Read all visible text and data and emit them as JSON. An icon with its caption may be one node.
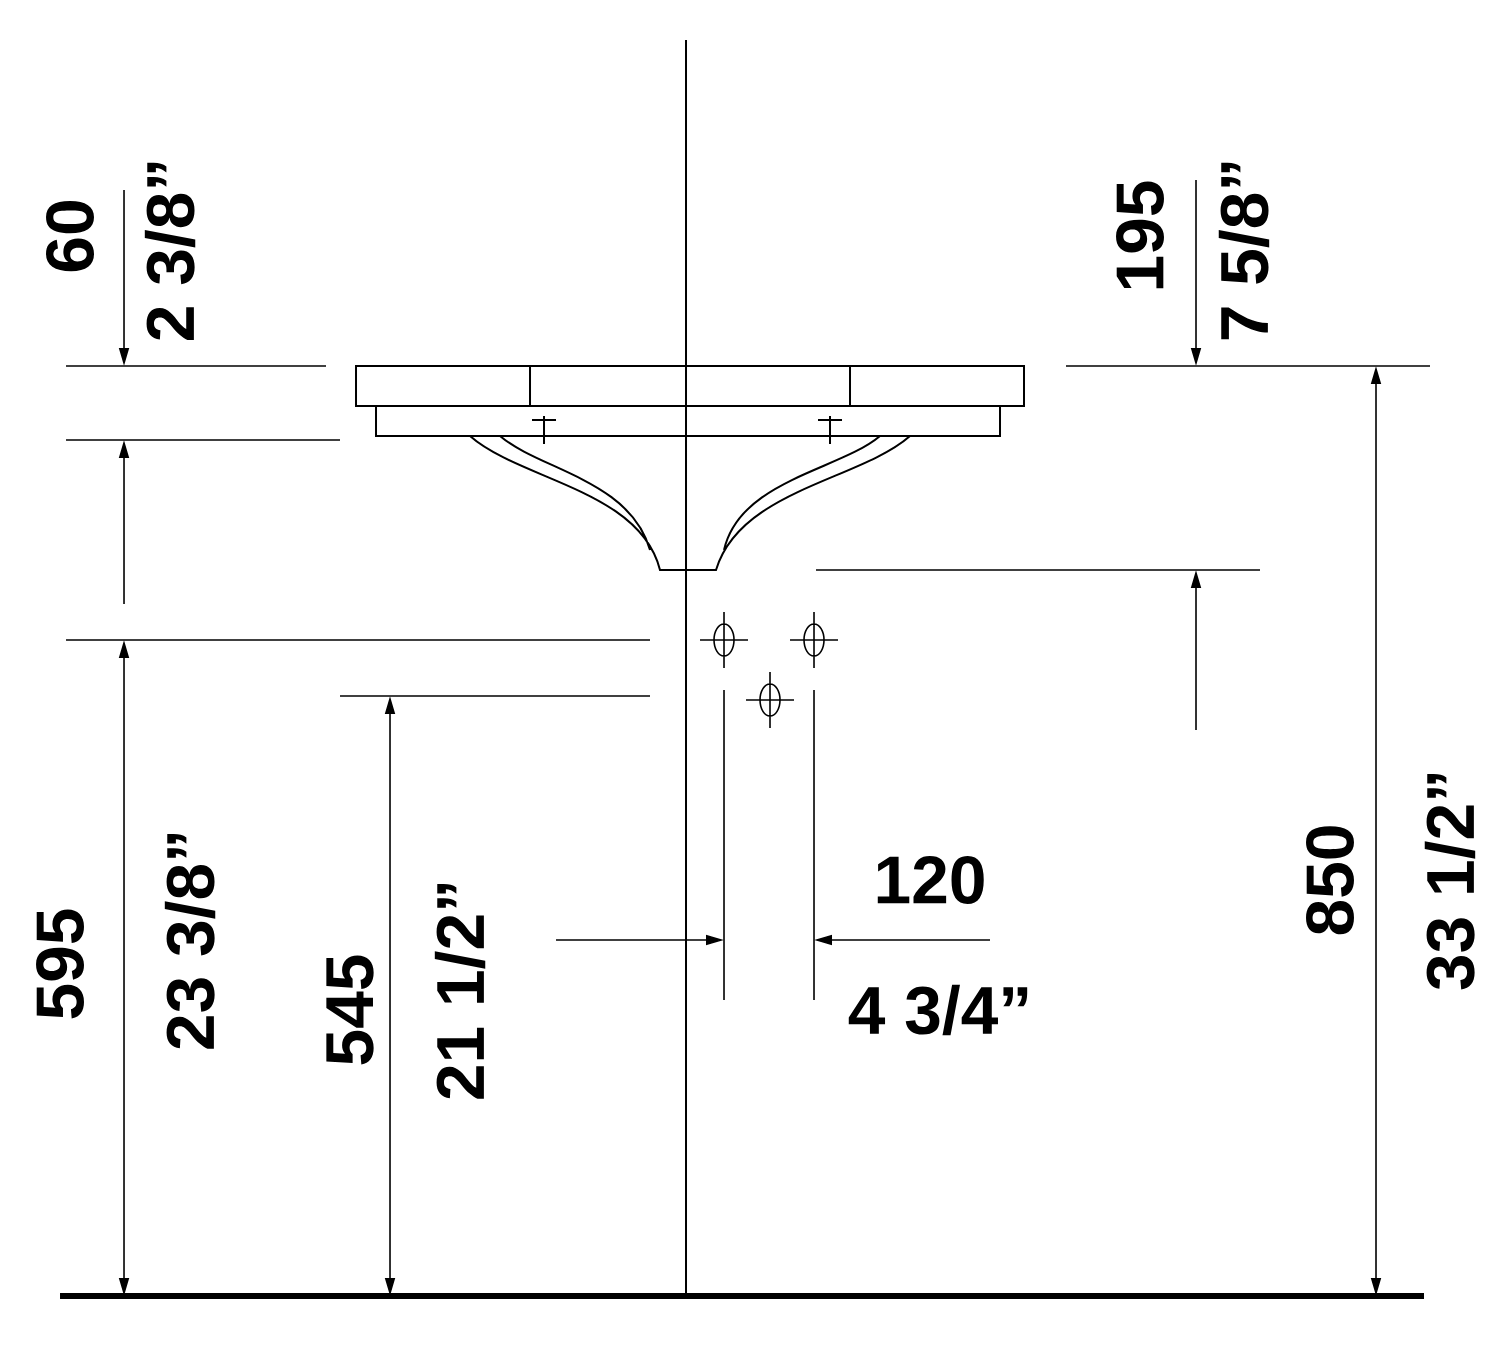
{
  "diagram": {
    "labels": [
      "60",
      "2 3/8”",
      "195",
      "7 5/8”",
      "595",
      "23 3/8”",
      "545",
      "21 1/2”",
      "120",
      "850",
      "33 1/2”",
      "4 3/4”"
    ]
  }
}
